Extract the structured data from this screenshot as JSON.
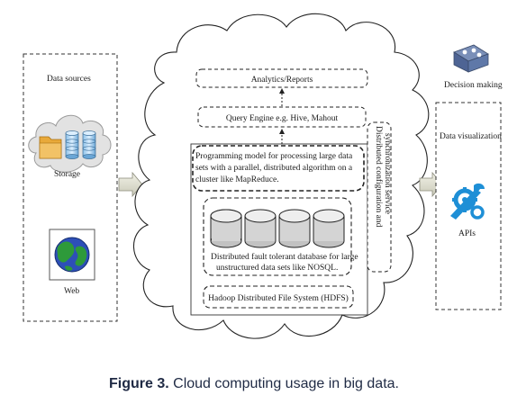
{
  "left_panel": {
    "title": "Data sources",
    "storage_label": "Storage",
    "web_label": "Web"
  },
  "center": {
    "analytics": "Analytics/Reports",
    "query_engine": "Query Engine e.g. Hive, Mahout",
    "programming_model_lines": [
      "Programming model for processing large data",
      "sets with a parallel, distributed algorithm on a",
      "cluster like MapReduce."
    ],
    "database_lines": [
      "Distributed fault tolerant database for large",
      "unstructured  data sets like NOSQL."
    ],
    "hdfs": "Hadoop Distributed File System (HDFS)",
    "side_service_lines": [
      "Distributed configuration and",
      "synchronization service"
    ]
  },
  "right": {
    "decision_making": "Decision making",
    "data_visualization": "Data visualization",
    "apis": "APIs"
  },
  "caption": {
    "prefix": "Figure 3.",
    "text": " Cloud computing usage in big data."
  },
  "colors": {
    "caption": "#1f2a44",
    "gear": "#1e8fd6",
    "storage_cloud": "#e2e2e2",
    "folder": "#e8a93a",
    "globe_ocean": "#2d4fb8",
    "globe_land": "#2e9a3a"
  },
  "icons": [
    "cloud-icon",
    "folder-icon",
    "database-icon",
    "globe-icon",
    "decision-icon",
    "gears-icon",
    "arrow-icon"
  ]
}
